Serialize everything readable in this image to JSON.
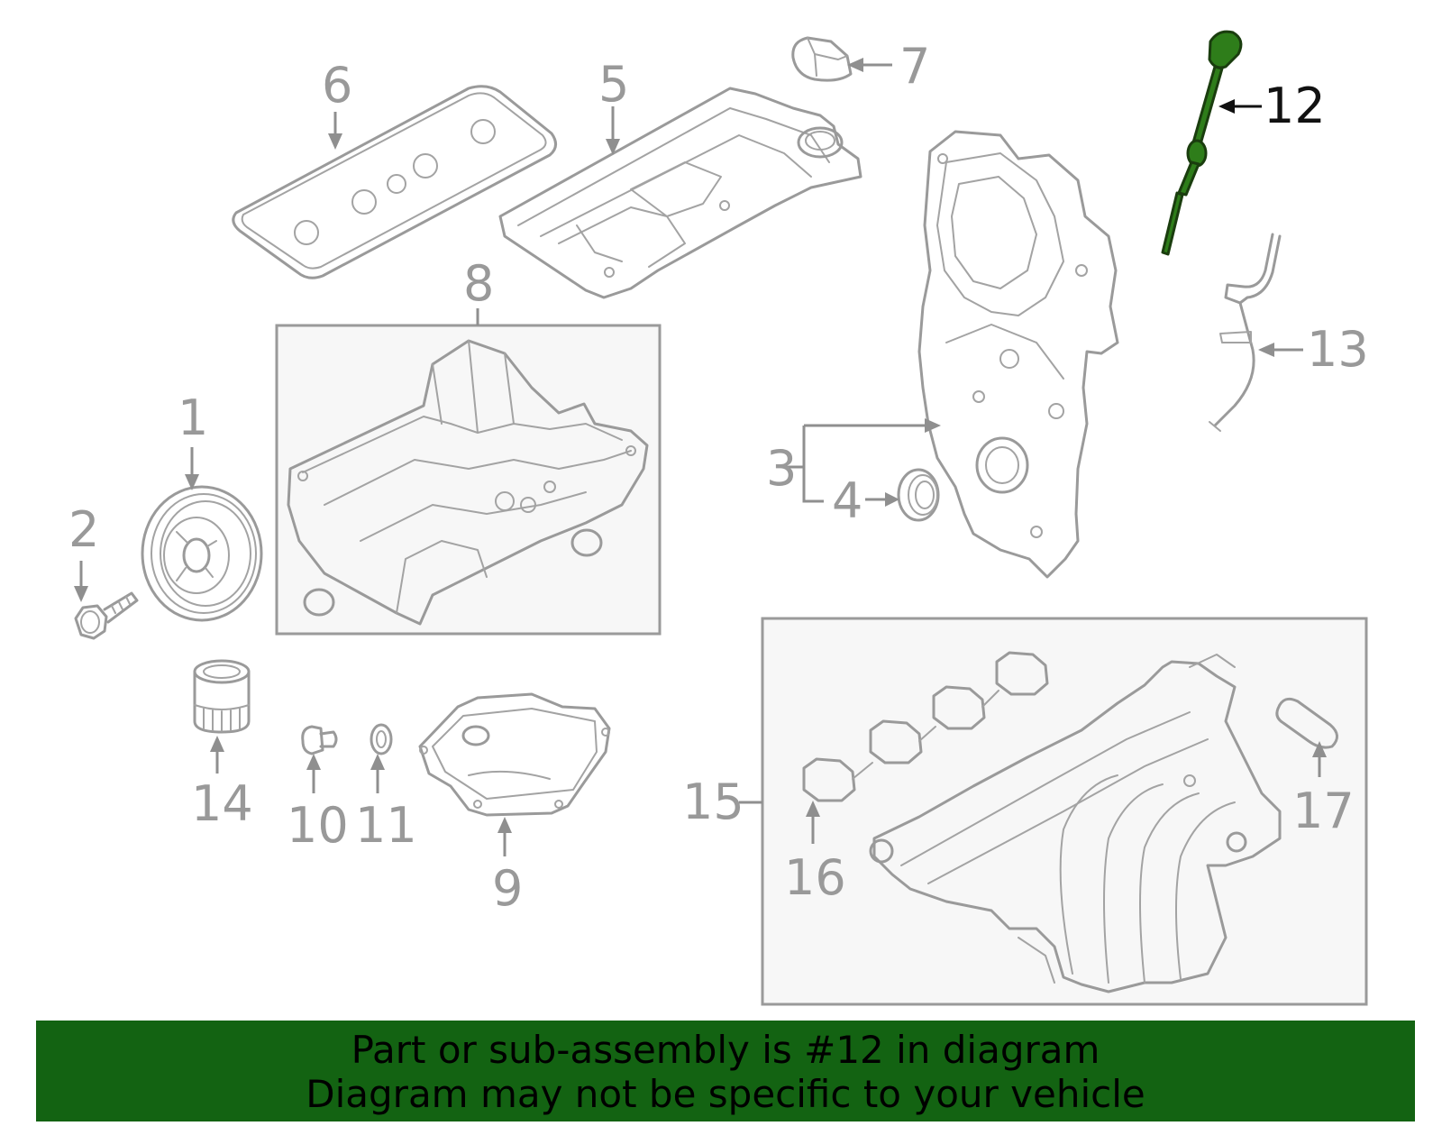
{
  "callouts": {
    "c1": "1",
    "c2": "2",
    "c3": "3",
    "c4": "4",
    "c5": "5",
    "c6": "6",
    "c7": "7",
    "c8": "8",
    "c9": "9",
    "c10": "10",
    "c11": "11",
    "c12": "12",
    "c13": "13",
    "c14": "14",
    "c15": "15",
    "c16": "16",
    "c17": "17"
  },
  "highlighted_part": "12",
  "banner": {
    "line1": "Part or sub-assembly is #12 in diagram",
    "line2": "Diagram may not be specific to your vehicle"
  },
  "colors": {
    "banner_bg": "#136312",
    "highlight": "#2e7d1a",
    "part_stroke": "#9a9a9a",
    "callout_text": "#999999"
  }
}
